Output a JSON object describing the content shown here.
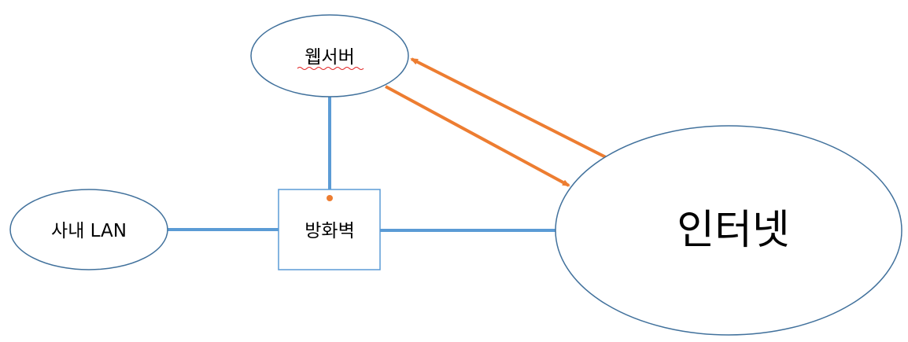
{
  "nodes": {
    "web_server": {
      "label": "웹서버"
    },
    "lan": {
      "label": "사내 LAN"
    },
    "firewall": {
      "label": "방화벽"
    },
    "internet": {
      "label": "인터넷"
    }
  },
  "colors": {
    "node_stroke": "#41719C",
    "link_line": "#5B9BD5",
    "traffic_arrow": "#ED7D31",
    "spellcheck_squiggle": "#E02020",
    "background": "#FFFFFF",
    "text": "#000000"
  },
  "edges": [
    {
      "from": "lan",
      "to": "firewall",
      "style": "line"
    },
    {
      "from": "firewall",
      "to": "internet",
      "style": "line"
    },
    {
      "from": "web_server",
      "to": "firewall",
      "style": "line"
    },
    {
      "from": "web_server",
      "to": "internet",
      "style": "arrow"
    },
    {
      "from": "internet",
      "to": "web_server",
      "style": "arrow"
    }
  ]
}
